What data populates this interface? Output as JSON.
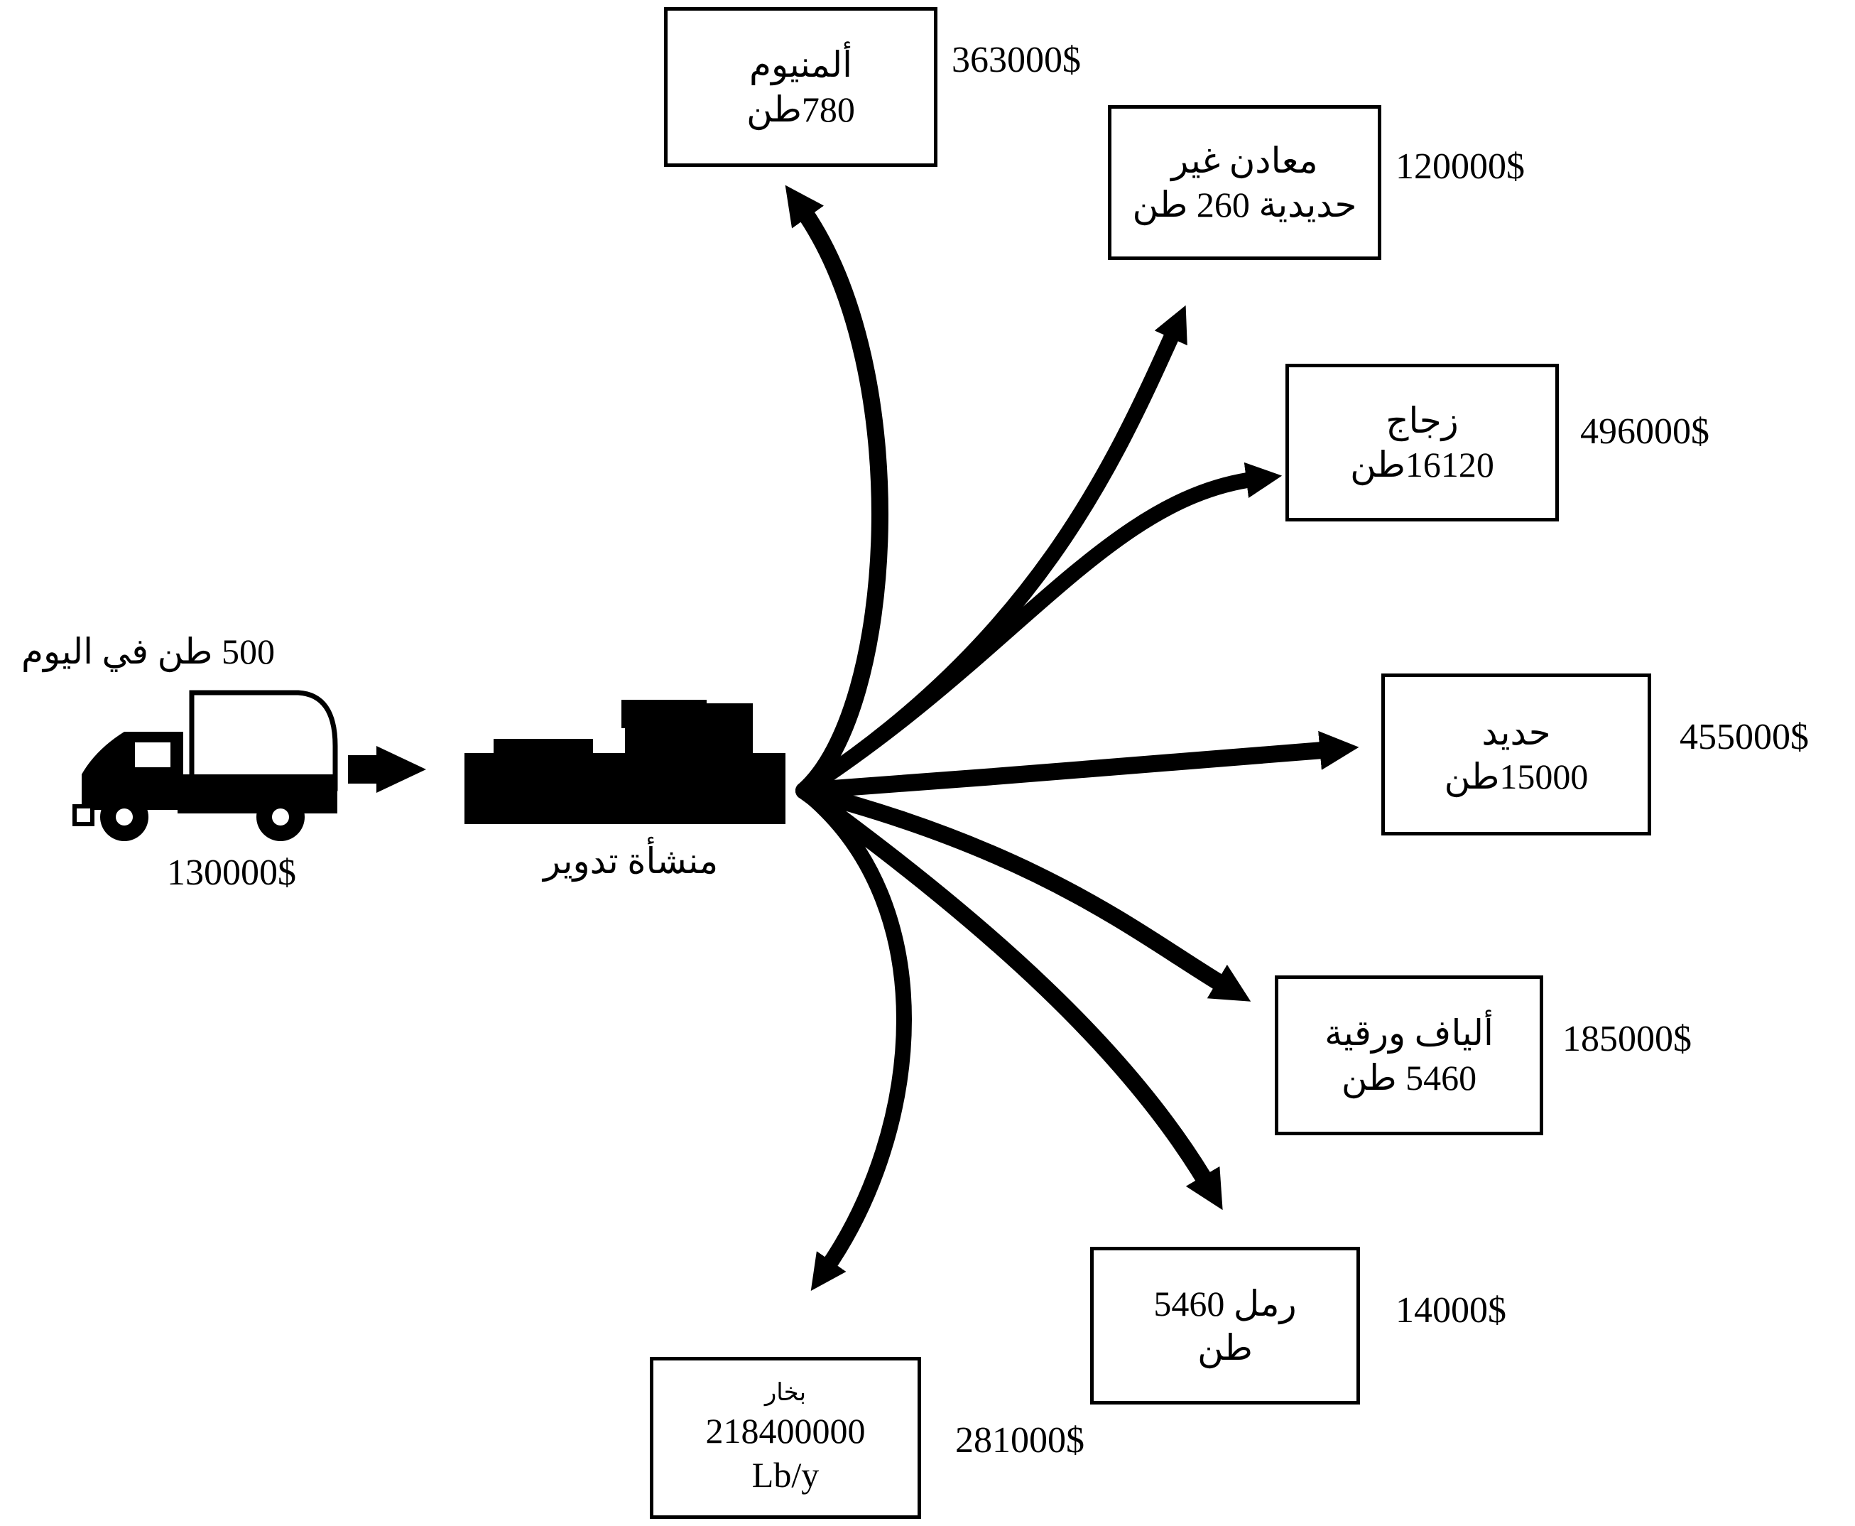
{
  "source": {
    "daily_input": "500 طن في اليوم",
    "cost": "130000$",
    "facility": "منشأة تدوير"
  },
  "outputs": [
    {
      "id": "aluminum",
      "name": "ألمنيوم",
      "amount": "780طن",
      "value": "363000$"
    },
    {
      "id": "nonferrous",
      "name": "معادن غير",
      "amount": "حديدية 260 طن",
      "value": "120000$"
    },
    {
      "id": "glass",
      "name": "زجاج",
      "amount": "16120طن",
      "value": "496000$"
    },
    {
      "id": "iron",
      "name": "حديد",
      "amount": "15000طن",
      "value": "455000$"
    },
    {
      "id": "fiber",
      "name": "ألياف ورقية",
      "amount": "5460 طن",
      "value": "185000$"
    },
    {
      "id": "sand",
      "name": "رمل 5460",
      "amount": "طن",
      "value": "14000$"
    },
    {
      "id": "steam",
      "name": "بخار",
      "amount": "218400000",
      "unit": "Lb/y",
      "value": "281000$"
    }
  ],
  "icons": [
    "truck-icon",
    "recycling-plant-icon",
    "arrow-icon"
  ]
}
